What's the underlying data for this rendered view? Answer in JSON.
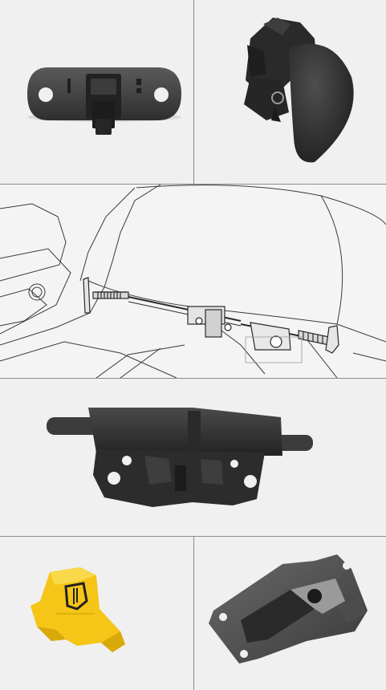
{
  "layout": {
    "columns": 2
  },
  "cells": [
    {
      "kind": "product-photo",
      "subject": "oval-latch-base"
    },
    {
      "kind": "product-photo",
      "subject": "latch-with-knob"
    },
    {
      "kind": "illustration",
      "subject": "glovebox-latch-diagram"
    },
    {
      "kind": "product-photo",
      "subject": "latch-mechanism"
    },
    {
      "kind": "product-photo",
      "subject": "yellow-clip"
    },
    {
      "kind": "product-photo",
      "subject": "door-handle"
    }
  ],
  "colors": {
    "background": "#f0f0f0",
    "divider": "#8a8a8a",
    "part_dark": "#3a3a3a",
    "clip_yellow": "#f5c518"
  }
}
